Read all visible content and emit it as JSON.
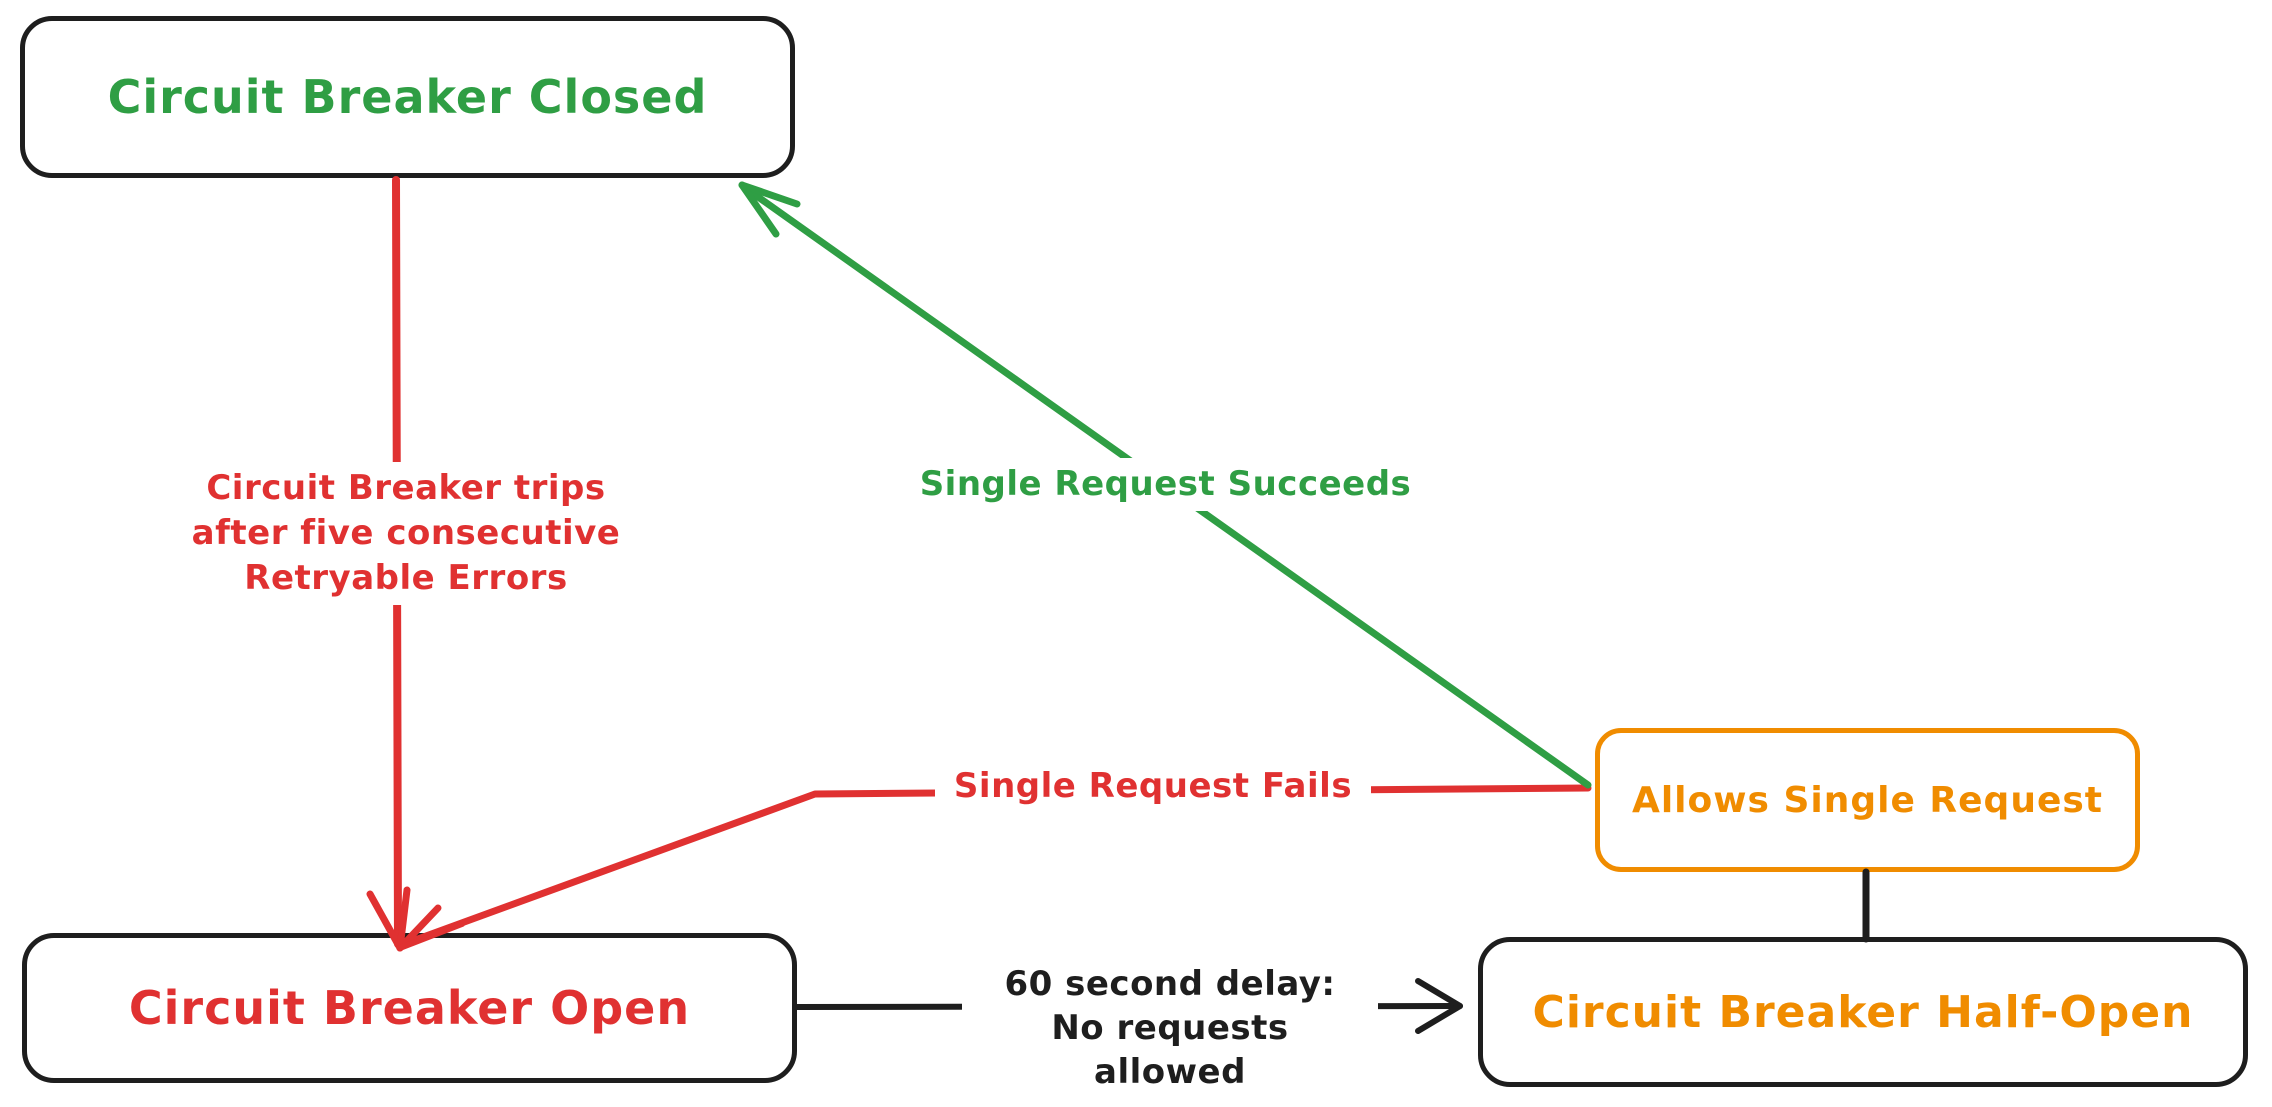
{
  "diagram": {
    "type": "state-diagram",
    "colors": {
      "closed_green": "#2f9e44",
      "error_red": "#e03131",
      "half_open_orange": "#f08c00",
      "ink_black": "#1e1e1e",
      "background": "#ffffff"
    },
    "nodes": {
      "closed": {
        "label": "Circuit Breaker Closed",
        "text_color": "#2f9e44",
        "border_color": "#1e1e1e"
      },
      "open": {
        "label": "Circuit Breaker Open",
        "text_color": "#e03131",
        "border_color": "#1e1e1e"
      },
      "half_open": {
        "label": "Circuit Breaker Half-Open",
        "text_color": "#f08c00",
        "border_color": "#1e1e1e"
      },
      "allows": {
        "label": "Allows Single Request",
        "text_color": "#f08c00",
        "border_color": "#f08c00"
      }
    },
    "edges": {
      "trip": {
        "from": "closed",
        "to": "open",
        "color": "#e03131",
        "lines": [
          "Circuit Breaker trips",
          "after five consecutive",
          "Retryable Errors"
        ]
      },
      "succeeds": {
        "from": "allows",
        "to": "closed",
        "color": "#2f9e44",
        "label": "Single Request Succeeds"
      },
      "fails": {
        "from": "allows",
        "to": "open",
        "color": "#e03131",
        "label": "Single Request Fails"
      },
      "delay": {
        "from": "open",
        "to": "half_open",
        "color": "#1e1e1e",
        "lines": [
          "60 second delay:",
          "No requests allowed"
        ]
      },
      "connector": {
        "from": "allows",
        "to": "half_open",
        "color": "#1e1e1e",
        "label": ""
      }
    }
  }
}
